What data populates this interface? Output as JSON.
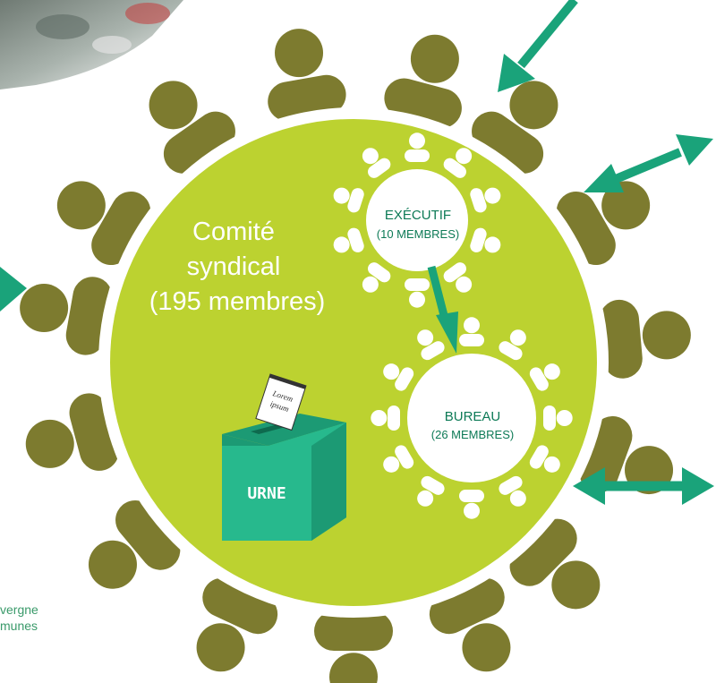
{
  "colors": {
    "olive": "#7d7b2f",
    "lime": "#bcd230",
    "teal": "#1aa37a",
    "box": "#27b98d",
    "box_dark": "#1c9a74",
    "white": "#ffffff",
    "text_teal": "#0d7a56"
  },
  "committee": {
    "label_lines": [
      "Comité",
      "syndical",
      "(195 membres)"
    ]
  },
  "executif": {
    "title": "EXÉCUTIF",
    "members": "(10 MEMBRES)"
  },
  "bureau": {
    "title": "BUREAU",
    "members": "(26 MEMBRES)"
  },
  "urne": {
    "label": "URNE",
    "ballot_lines": [
      "Lorem",
      "ipsum"
    ]
  },
  "left_text": {
    "line1": "vergne",
    "line2": "munes"
  },
  "icons": {
    "photo": "photo-strip",
    "arrows": [
      "arrow-in-top-right",
      "arrow-bidirectional-right-top",
      "arrow-left-partial",
      "arrow-bidirectional-right-bottom",
      "arrow-executif-to-bureau"
    ]
  }
}
